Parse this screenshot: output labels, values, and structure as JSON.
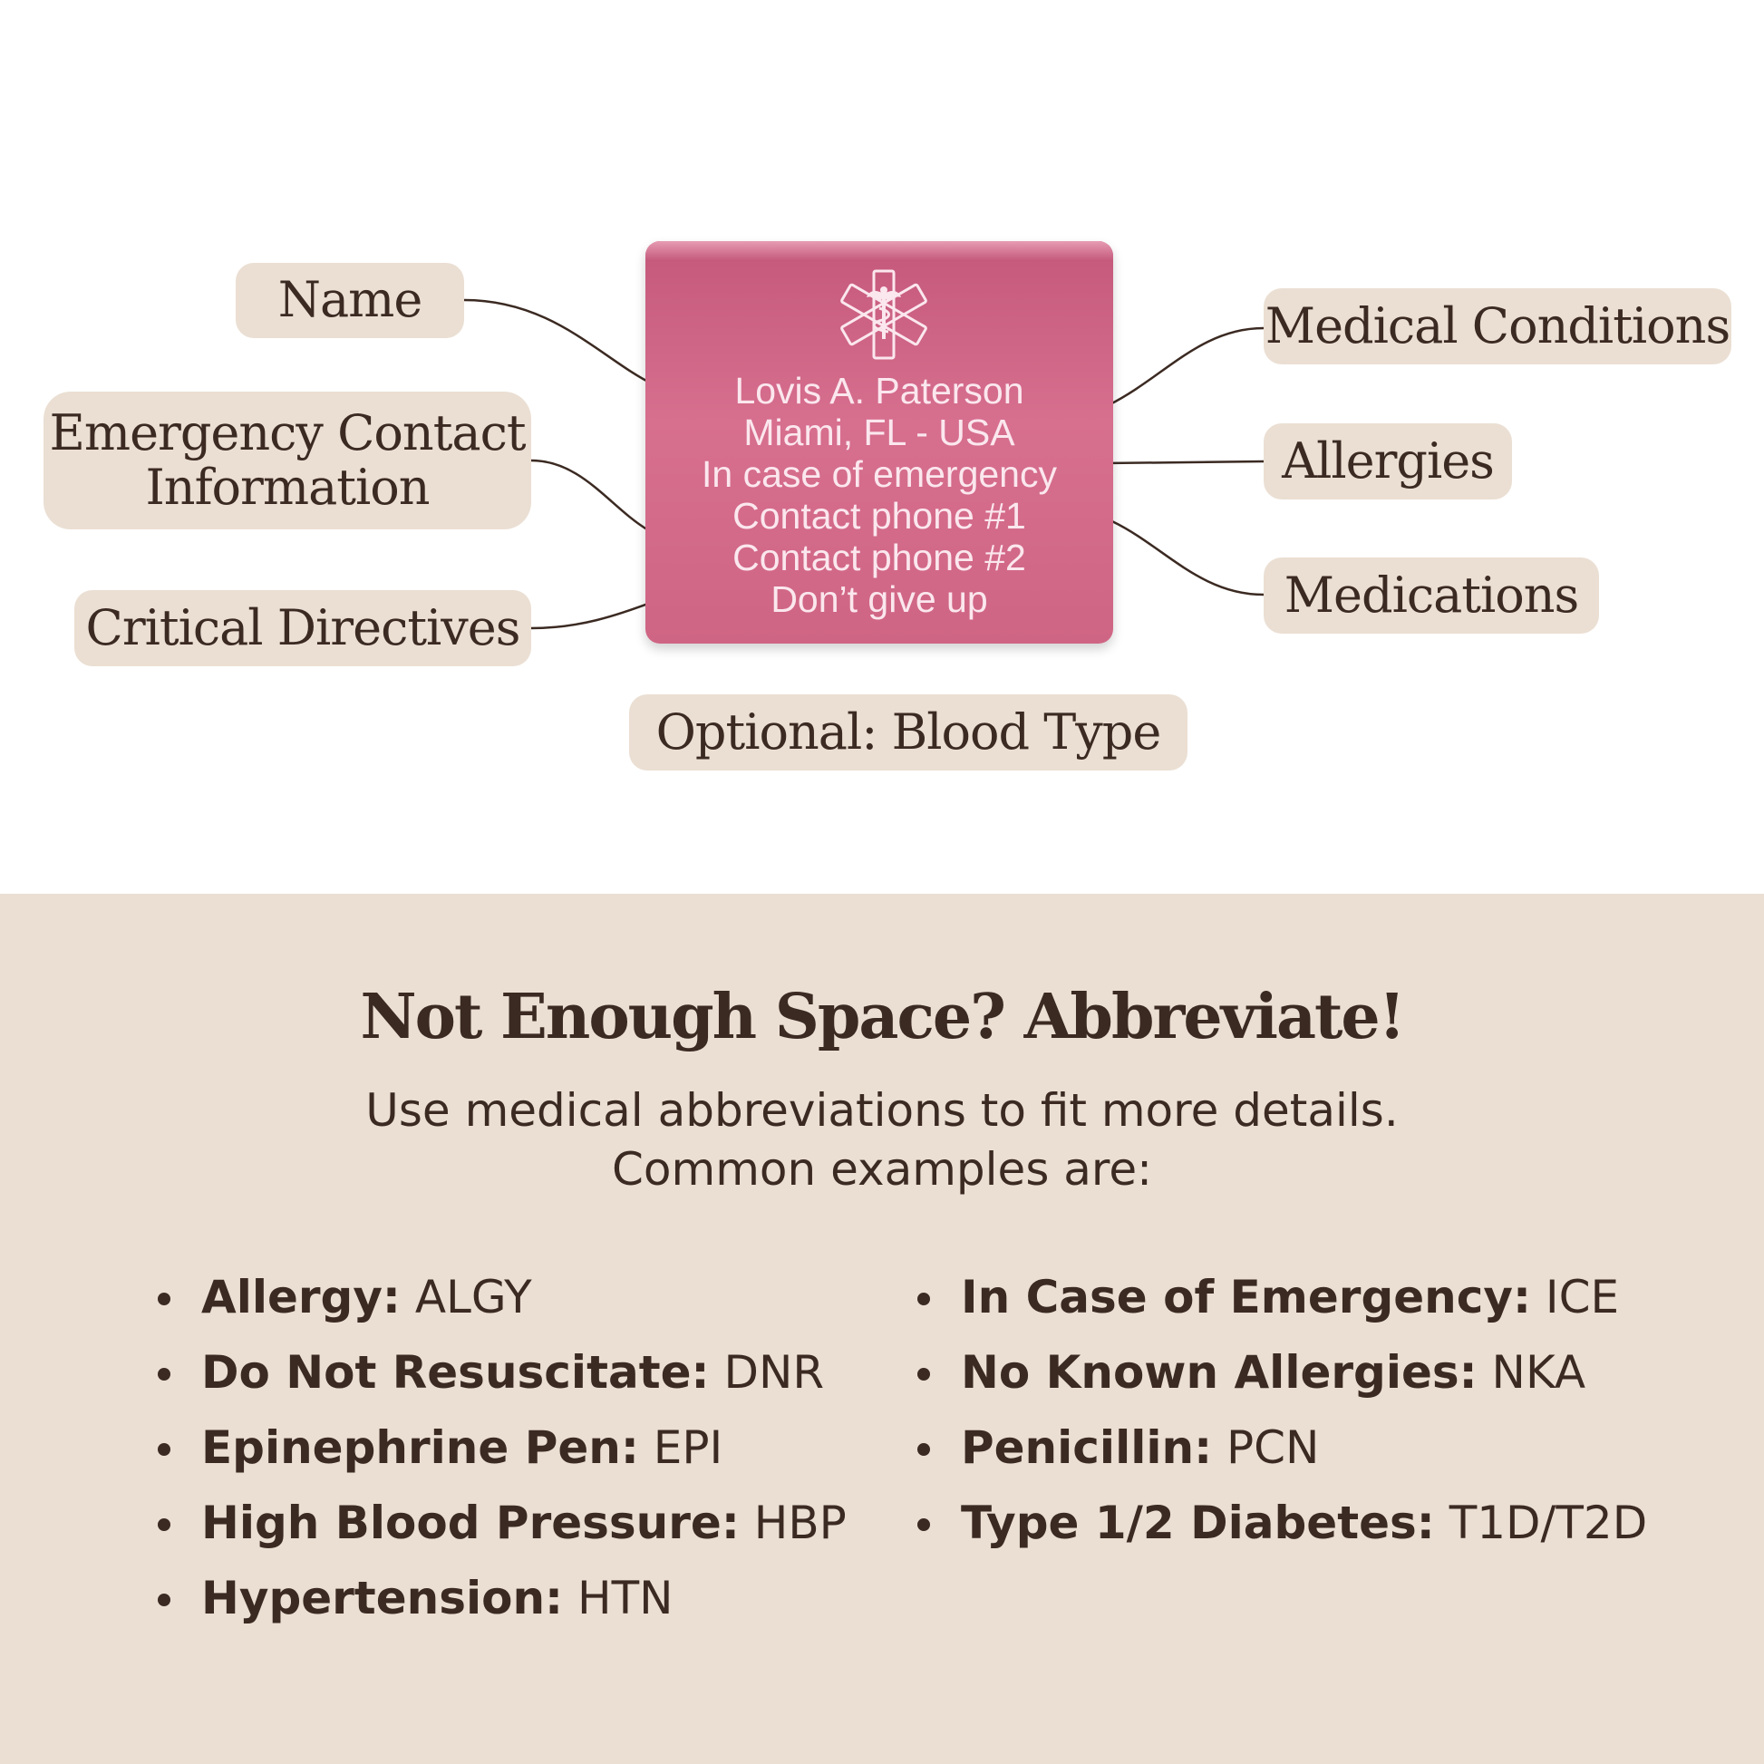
{
  "tag": {
    "lines": [
      "Lovis A. Paterson",
      "Miami, FL - USA",
      "In case of emergency",
      "Contact phone #1",
      "Contact phone #2",
      "Don’t give up"
    ],
    "color": "#d46c8d",
    "icon": "star-of-life-icon"
  },
  "labels": {
    "name": "Name",
    "emergency_contact": "Emergency Contact\nInformation",
    "critical_directives": "Critical Directives",
    "medical_conditions": "Medical Conditions",
    "allergies": "Allergies",
    "medications": "Medications",
    "blood_type": "Optional: Blood Type"
  },
  "section": {
    "title": "Not Enough Space? Abbreviate!",
    "subtitle_line1": "Use medical abbreviations to fit more details.",
    "subtitle_line2": "Common examples are:"
  },
  "abbreviations": {
    "left": [
      {
        "term": "Allergy:",
        "abbr": "ALGY"
      },
      {
        "term": "Do Not Resuscitate:",
        "abbr": "DNR"
      },
      {
        "term": "Epinephrine Pen:",
        "abbr": "EPI"
      },
      {
        "term": "High Blood Pressure:",
        "abbr": "HBP"
      },
      {
        "term": "Hypertension:",
        "abbr": "HTN"
      }
    ],
    "right": [
      {
        "term": "In Case of Emergency:",
        "abbr": "ICE"
      },
      {
        "term": "No Known Allergies:",
        "abbr": "NKA"
      },
      {
        "term": "Penicillin:",
        "abbr": "PCN"
      },
      {
        "term": "Type 1/2 Diabetes:",
        "abbr": "T1D/T2D"
      }
    ]
  },
  "colors": {
    "label_bg": "#ebdfd3",
    "text": "#3b2a22",
    "bottom_bg": "#ebdfd3"
  }
}
